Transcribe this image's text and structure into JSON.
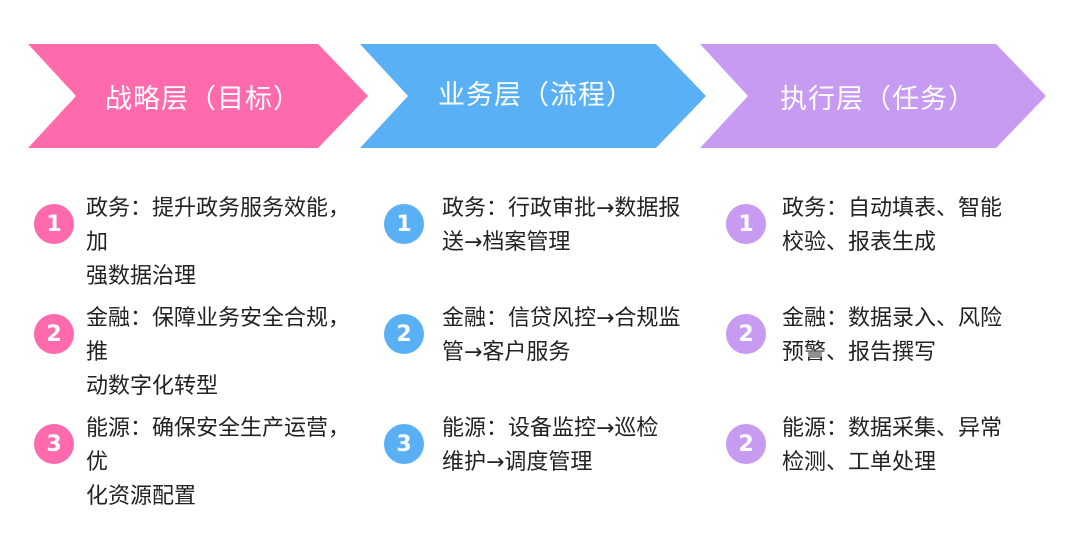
{
  "colors": {
    "pink": "#ff6aad",
    "blue": "#5ab0f4",
    "purple": "#c79bf2"
  },
  "columns": [
    {
      "title": "战略层（目标）",
      "items": [
        {
          "num": "1",
          "line1": "政务：提升政务服务效能，加",
          "line2": "强数据治理"
        },
        {
          "num": "2",
          "line1": "金融：保障业务安全合规，推",
          "line2": "动数字化转型"
        },
        {
          "num": "3",
          "line1": "能源：确保安全生产运营，优",
          "line2": "化资源配置"
        }
      ]
    },
    {
      "title": "业务层（流程）",
      "items": [
        {
          "num": "1",
          "line1": "政务：行政审批→数据报",
          "line2": "送→档案管理"
        },
        {
          "num": "2",
          "line1": "金融：信贷风控→合规监",
          "line2": "管→客户服务"
        },
        {
          "num": "3",
          "line1": "能源：设备监控→巡检",
          "line2": "维护→调度管理"
        }
      ]
    },
    {
      "title": "执行层（任务）",
      "items": [
        {
          "num": "1",
          "line1": "政务：自动填表、智能",
          "line2": "校验、报表生成"
        },
        {
          "num": "2",
          "line1": "金融：数据录入、风险",
          "line2": "预警、报告撰写"
        },
        {
          "num": "2",
          "line1": "能源：数据采集、异常",
          "line2": "检测、工单处理"
        }
      ]
    }
  ]
}
